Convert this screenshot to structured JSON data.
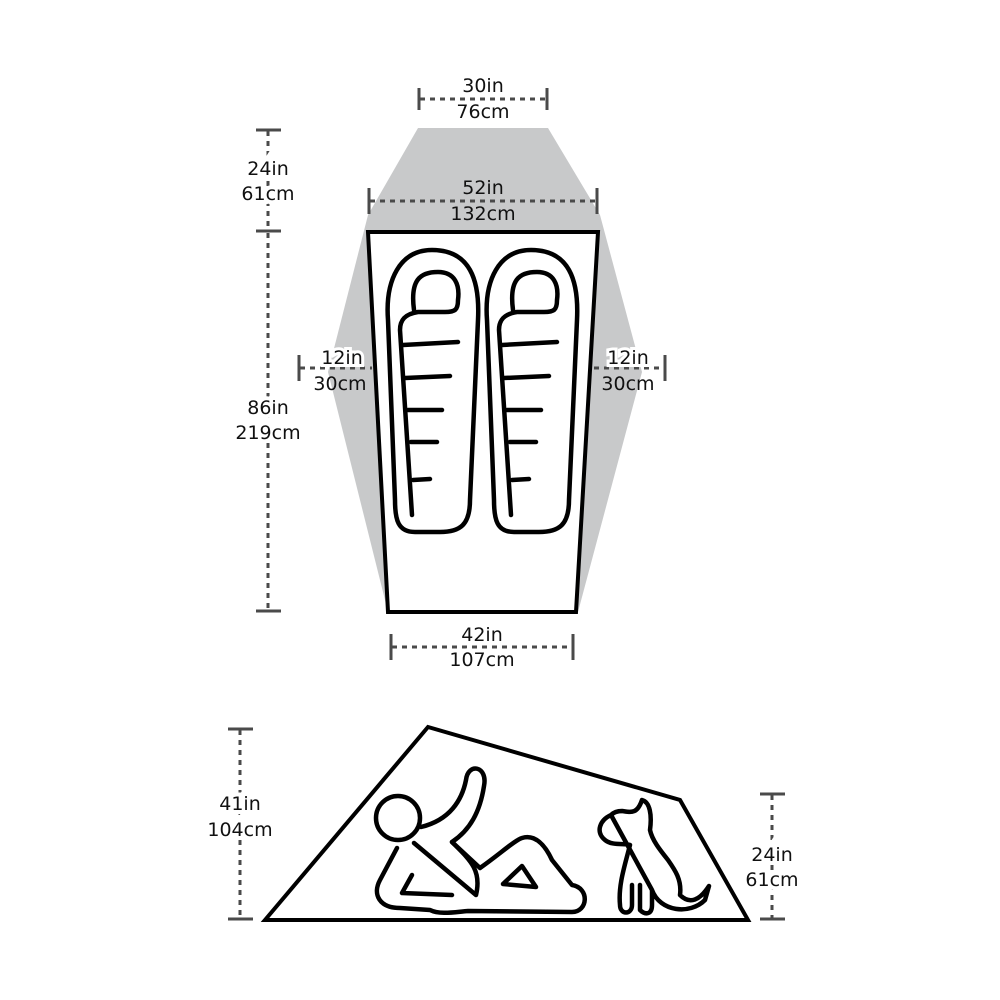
{
  "top_view": {
    "top_width": {
      "in": "30in",
      "cm": "76cm"
    },
    "vestibule_depth": {
      "in": "24in",
      "cm": "61cm"
    },
    "head_width": {
      "in": "52in",
      "cm": "132cm"
    },
    "left_vestibule": {
      "in": "12in",
      "cm": "30cm"
    },
    "right_vestibule": {
      "in": "12in",
      "cm": "30cm"
    },
    "length": {
      "in": "86in",
      "cm": "219cm"
    },
    "foot_width": {
      "in": "42in",
      "cm": "107cm"
    }
  },
  "side_view": {
    "peak_height": {
      "in": "41in",
      "cm": "104cm"
    },
    "foot_height": {
      "in": "24in",
      "cm": "61cm"
    }
  },
  "colors": {
    "fly": "#c8c9ca",
    "outline": "#000000",
    "dimension": "#4a4a4a"
  }
}
